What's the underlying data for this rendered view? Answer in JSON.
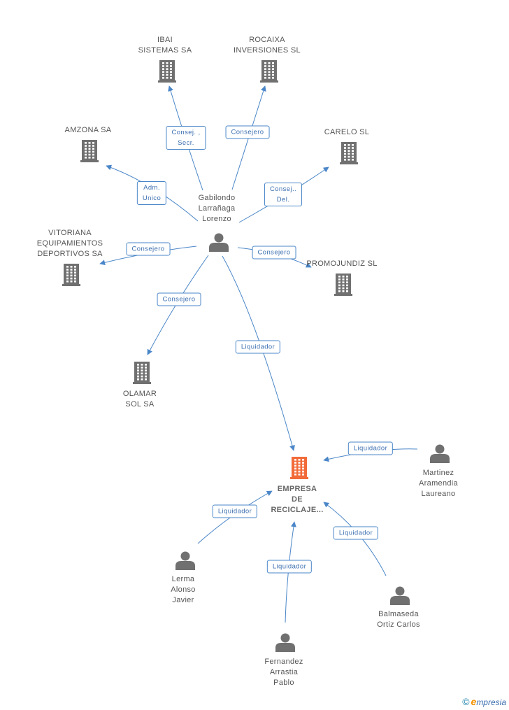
{
  "diagram": {
    "accent_color": "#4a86c8",
    "company_icon_color": "#707070",
    "focus_icon_color": "#f26b3a",
    "person_icon_color": "#707070",
    "nodes": [
      {
        "id": "ibai",
        "kind": "company",
        "lines": [
          "IBAI",
          "SISTEMAS SA"
        ]
      },
      {
        "id": "rocaixa",
        "kind": "company",
        "lines": [
          "ROCAIXA",
          "INVERSIONES SL"
        ]
      },
      {
        "id": "amzona",
        "kind": "company",
        "lines": [
          "AMZONA SA"
        ]
      },
      {
        "id": "carelo",
        "kind": "company",
        "lines": [
          "CARELO SL"
        ]
      },
      {
        "id": "vitoriana",
        "kind": "company",
        "lines": [
          "VITORIANA",
          "EQUIPAMIENTOS",
          "DEPORTIVOS SA"
        ]
      },
      {
        "id": "promojundiz",
        "kind": "company",
        "lines": [
          "PROMOJUNDIZ SL"
        ]
      },
      {
        "id": "olamar",
        "kind": "company",
        "lines": [
          "OLAMAR",
          "SOL SA"
        ]
      },
      {
        "id": "gabilondo",
        "kind": "person",
        "lines": [
          "Gabilondo",
          "Larrañaga",
          "Lorenzo"
        ]
      },
      {
        "id": "empresa",
        "kind": "focus",
        "lines": [
          "EMPRESA",
          "DE",
          "RECICLAJE..."
        ]
      },
      {
        "id": "martinez",
        "kind": "person",
        "lines": [
          "Martinez",
          "Aramendia",
          "Laureano"
        ]
      },
      {
        "id": "lerma",
        "kind": "person",
        "lines": [
          "Lerma",
          "Alonso",
          "Javier"
        ]
      },
      {
        "id": "balmaseda",
        "kind": "person",
        "lines": [
          "Balmaseda",
          "Ortiz Carlos"
        ]
      },
      {
        "id": "fernandez",
        "kind": "person",
        "lines": [
          "Fernandez",
          "Arrastia",
          "Pablo"
        ]
      }
    ],
    "edges": [
      {
        "id": "e-ibai",
        "from": "gabilondo",
        "to": "ibai",
        "lines": [
          "Consej. ,",
          "Secr."
        ]
      },
      {
        "id": "e-rocaixa",
        "from": "gabilondo",
        "to": "rocaixa",
        "lines": [
          "Consejero"
        ]
      },
      {
        "id": "e-amzona",
        "from": "gabilondo",
        "to": "amzona",
        "lines": [
          "Adm.",
          "Unico"
        ]
      },
      {
        "id": "e-carelo",
        "from": "gabilondo",
        "to": "carelo",
        "lines": [
          "Consej..",
          "Del."
        ]
      },
      {
        "id": "e-vitoriana",
        "from": "gabilondo",
        "to": "vitoriana",
        "lines": [
          "Consejero"
        ]
      },
      {
        "id": "e-promojundiz",
        "from": "gabilondo",
        "to": "promojundiz",
        "lines": [
          "Consejero"
        ]
      },
      {
        "id": "e-olamar",
        "from": "gabilondo",
        "to": "olamar",
        "lines": [
          "Consejero"
        ]
      },
      {
        "id": "e-empresa-g",
        "from": "gabilondo",
        "to": "empresa",
        "lines": [
          "Liquidador"
        ]
      },
      {
        "id": "e-martinez",
        "from": "martinez",
        "to": "empresa",
        "lines": [
          "Liquidador"
        ]
      },
      {
        "id": "e-lerma",
        "from": "lerma",
        "to": "empresa",
        "lines": [
          "Liquidador"
        ]
      },
      {
        "id": "e-balmaseda",
        "from": "balmaseda",
        "to": "empresa",
        "lines": [
          "Liquidador"
        ]
      },
      {
        "id": "e-fernandez",
        "from": "fernandez",
        "to": "empresa",
        "lines": [
          "Liquidador"
        ]
      }
    ]
  },
  "footer": {
    "copyright_symbol": "©",
    "brand_initial": "e",
    "brand_rest": "mpresia"
  }
}
